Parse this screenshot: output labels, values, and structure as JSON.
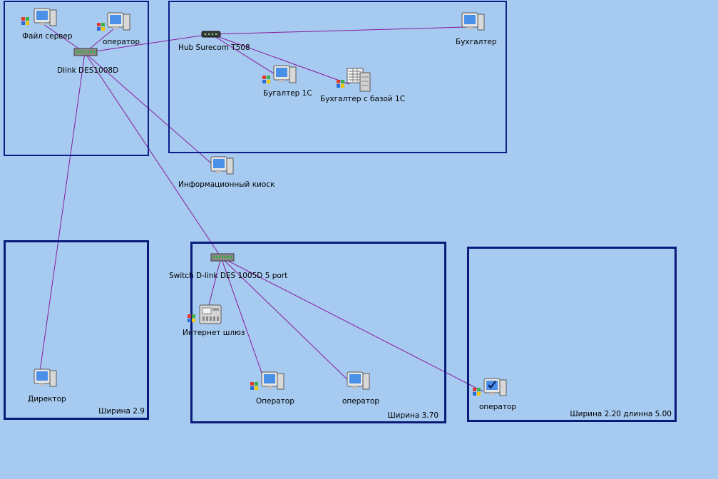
{
  "colors": {
    "background": "#a6caf0",
    "room_border": "#0b1d86",
    "link": "#8a1b9e",
    "monitor_screen": "#4a90e8",
    "monitor_body": "#e6e6e6"
  },
  "rooms": [
    {
      "id": "room-top-left",
      "caption": ""
    },
    {
      "id": "room-top-right",
      "caption": ""
    },
    {
      "id": "room-bottom-left",
      "caption": "Ширина 2.9"
    },
    {
      "id": "room-bottom-middle",
      "caption": "Ширина 3.70"
    },
    {
      "id": "room-bottom-right",
      "caption": "Ширина 2.20 длинна 5.00"
    }
  ],
  "devices": [
    {
      "id": "file-server",
      "type": "pc-windows",
      "label": "Файл сервер"
    },
    {
      "id": "operator-top",
      "type": "pc-windows",
      "label": "оператор"
    },
    {
      "id": "dlink-des1008d",
      "type": "switch",
      "label": "Dlink DES1008D"
    },
    {
      "id": "hub-surecom",
      "type": "hub",
      "label": "Hub Surecom T508"
    },
    {
      "id": "accountant",
      "type": "pc",
      "label": "Бухгалтер"
    },
    {
      "id": "accountant-1c",
      "type": "pc-windows",
      "label": "Бугалтер 1С"
    },
    {
      "id": "accountant-db-1c",
      "type": "server-windows",
      "label": "Бухгалтер с базой 1С"
    },
    {
      "id": "info-kiosk",
      "type": "pc",
      "label": "Информационный киоск"
    },
    {
      "id": "switch-dlink-1005d",
      "type": "switch",
      "label": "Switch D-link DES 1005D 5 port"
    },
    {
      "id": "internet-gateway",
      "type": "gateway-windows",
      "label": "Интернет шлюз"
    },
    {
      "id": "director",
      "type": "pc",
      "label": "Директор"
    },
    {
      "id": "operator-mid-1",
      "type": "pc-windows",
      "label": "Оператор"
    },
    {
      "id": "operator-mid-2",
      "type": "pc",
      "label": "оператор"
    },
    {
      "id": "operator-right",
      "type": "pc-windows-check",
      "label": "оператор"
    }
  ],
  "links": [
    [
      "dlink-des1008d",
      "hub-surecom"
    ],
    [
      "hub-surecom",
      "accountant"
    ],
    [
      "hub-surecom",
      "accountant-1c"
    ],
    [
      "hub-surecom",
      "accountant-db-1c"
    ],
    [
      "dlink-des1008d",
      "file-server"
    ],
    [
      "dlink-des1008d",
      "operator-top"
    ],
    [
      "dlink-des1008d",
      "info-kiosk"
    ],
    [
      "dlink-des1008d",
      "director"
    ],
    [
      "dlink-des1008d",
      "switch-dlink-1005d"
    ],
    [
      "switch-dlink-1005d",
      "internet-gateway"
    ],
    [
      "switch-dlink-1005d",
      "operator-mid-1"
    ],
    [
      "switch-dlink-1005d",
      "operator-mid-2"
    ],
    [
      "switch-dlink-1005d",
      "operator-right"
    ]
  ]
}
